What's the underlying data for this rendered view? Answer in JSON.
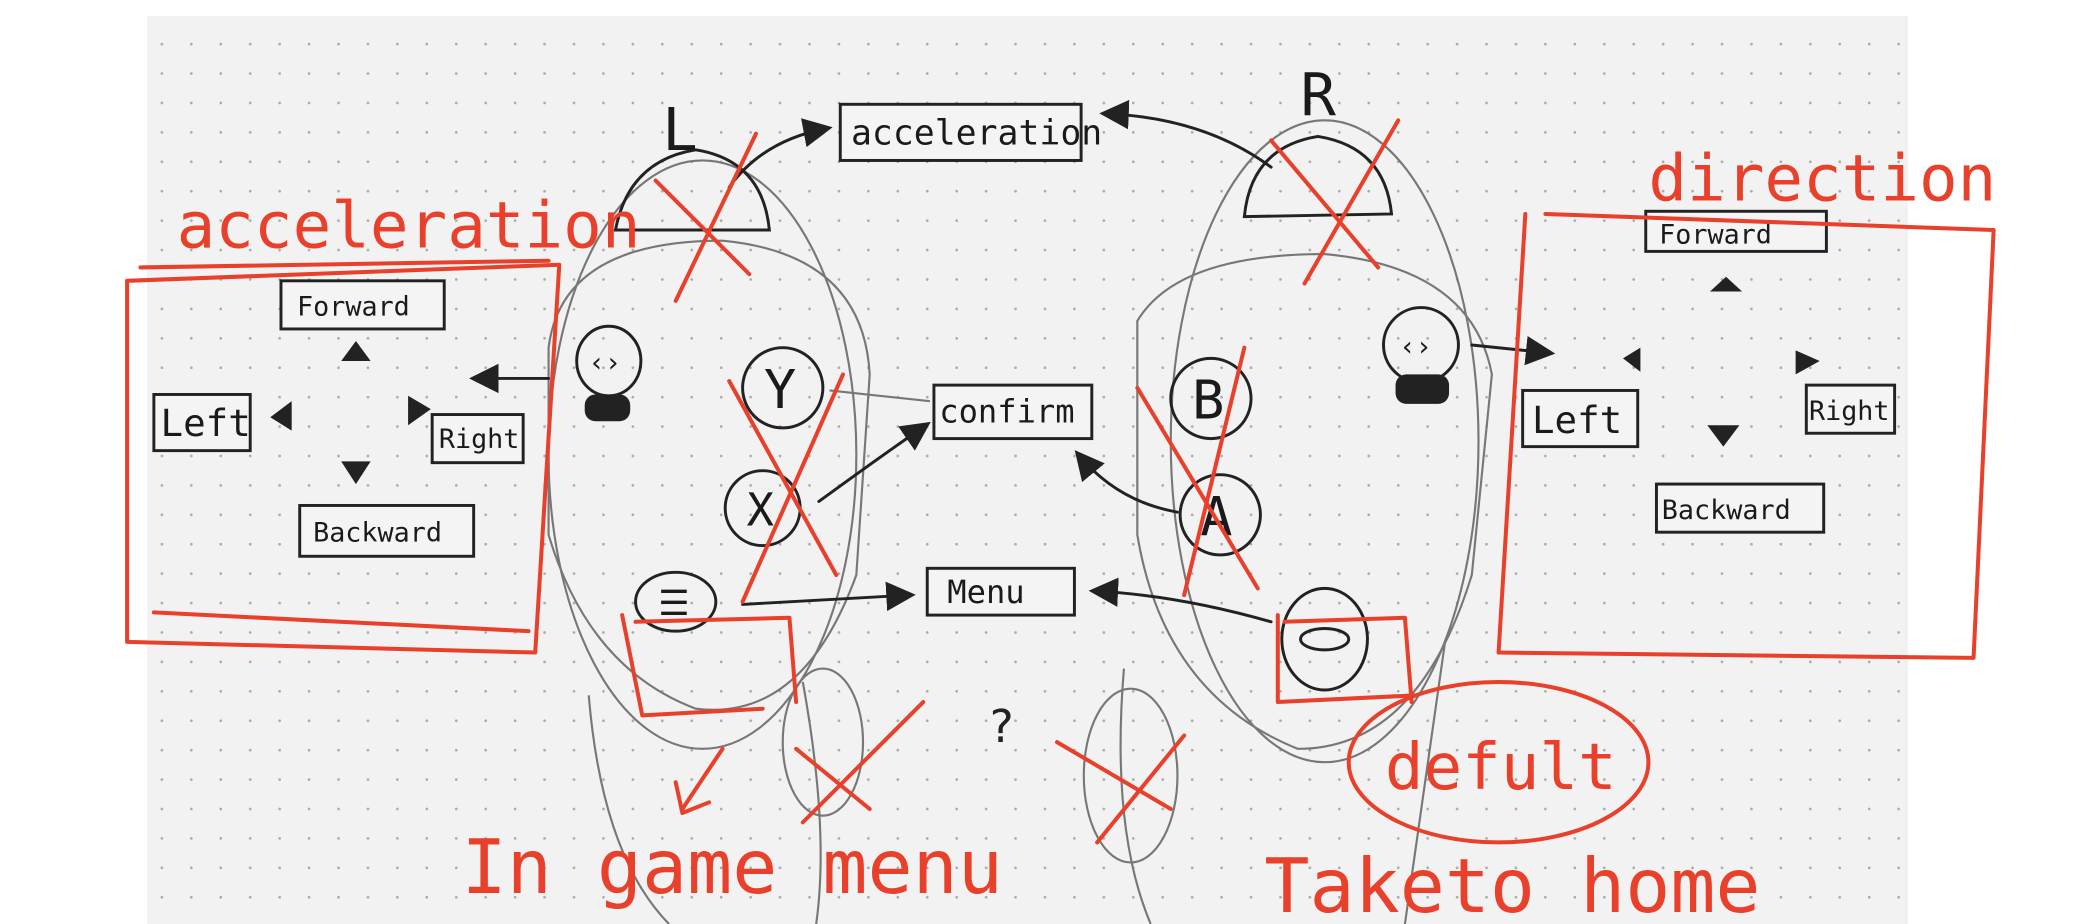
{
  "controller": {
    "left_label": "L",
    "right_label": "R",
    "center_boxes": {
      "top": "acceleration",
      "middle": "confirm",
      "bottom": "Menu"
    },
    "left_pad": {
      "forward": "Forward",
      "left": "Left",
      "right": "Right",
      "backward": "Backward"
    },
    "right_pad": {
      "forward": "Forward",
      "left": "Left",
      "right": "Right",
      "backward": "Backward"
    },
    "buttons": {
      "y": "Y",
      "x": "X",
      "b": "B",
      "a": "A"
    }
  },
  "annotations": {
    "left_title": "acceleration",
    "right_title": "direction",
    "in_game": "In game menu",
    "question": "?",
    "default": "defult",
    "take_home": "Taketo home"
  },
  "colors": {
    "annotation": "#e8402a",
    "ink": "#222222",
    "paper": "#f2f2f2"
  }
}
